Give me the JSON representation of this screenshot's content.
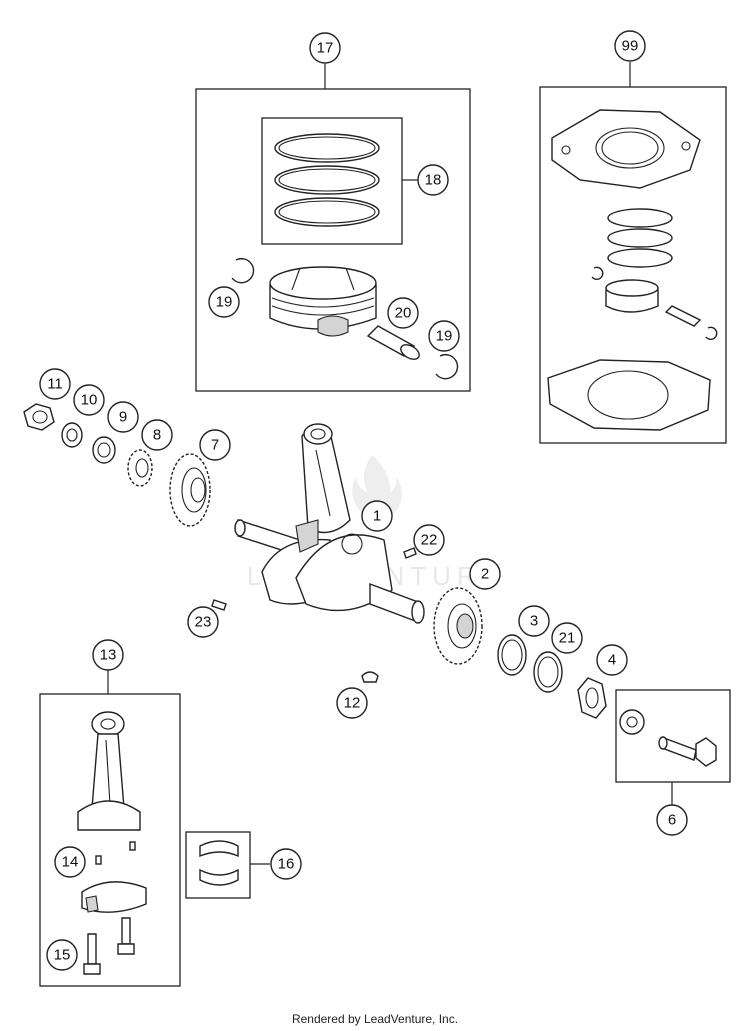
{
  "watermark": "LEADVENTURE",
  "footer": "Rendered by LeadVenture, Inc.",
  "callouts": {
    "c17": "17",
    "c18": "18",
    "c19a": "19",
    "c19b": "19",
    "c20": "20",
    "c99": "99",
    "c11": "11",
    "c10": "10",
    "c9": "9",
    "c8": "8",
    "c7": "7",
    "c1": "1",
    "c22": "22",
    "c2": "2",
    "c3": "3",
    "c21": "21",
    "c4": "4",
    "c23": "23",
    "c12": "12",
    "c13": "13",
    "c6": "6",
    "c14": "14",
    "c16": "16",
    "c15": "15"
  }
}
